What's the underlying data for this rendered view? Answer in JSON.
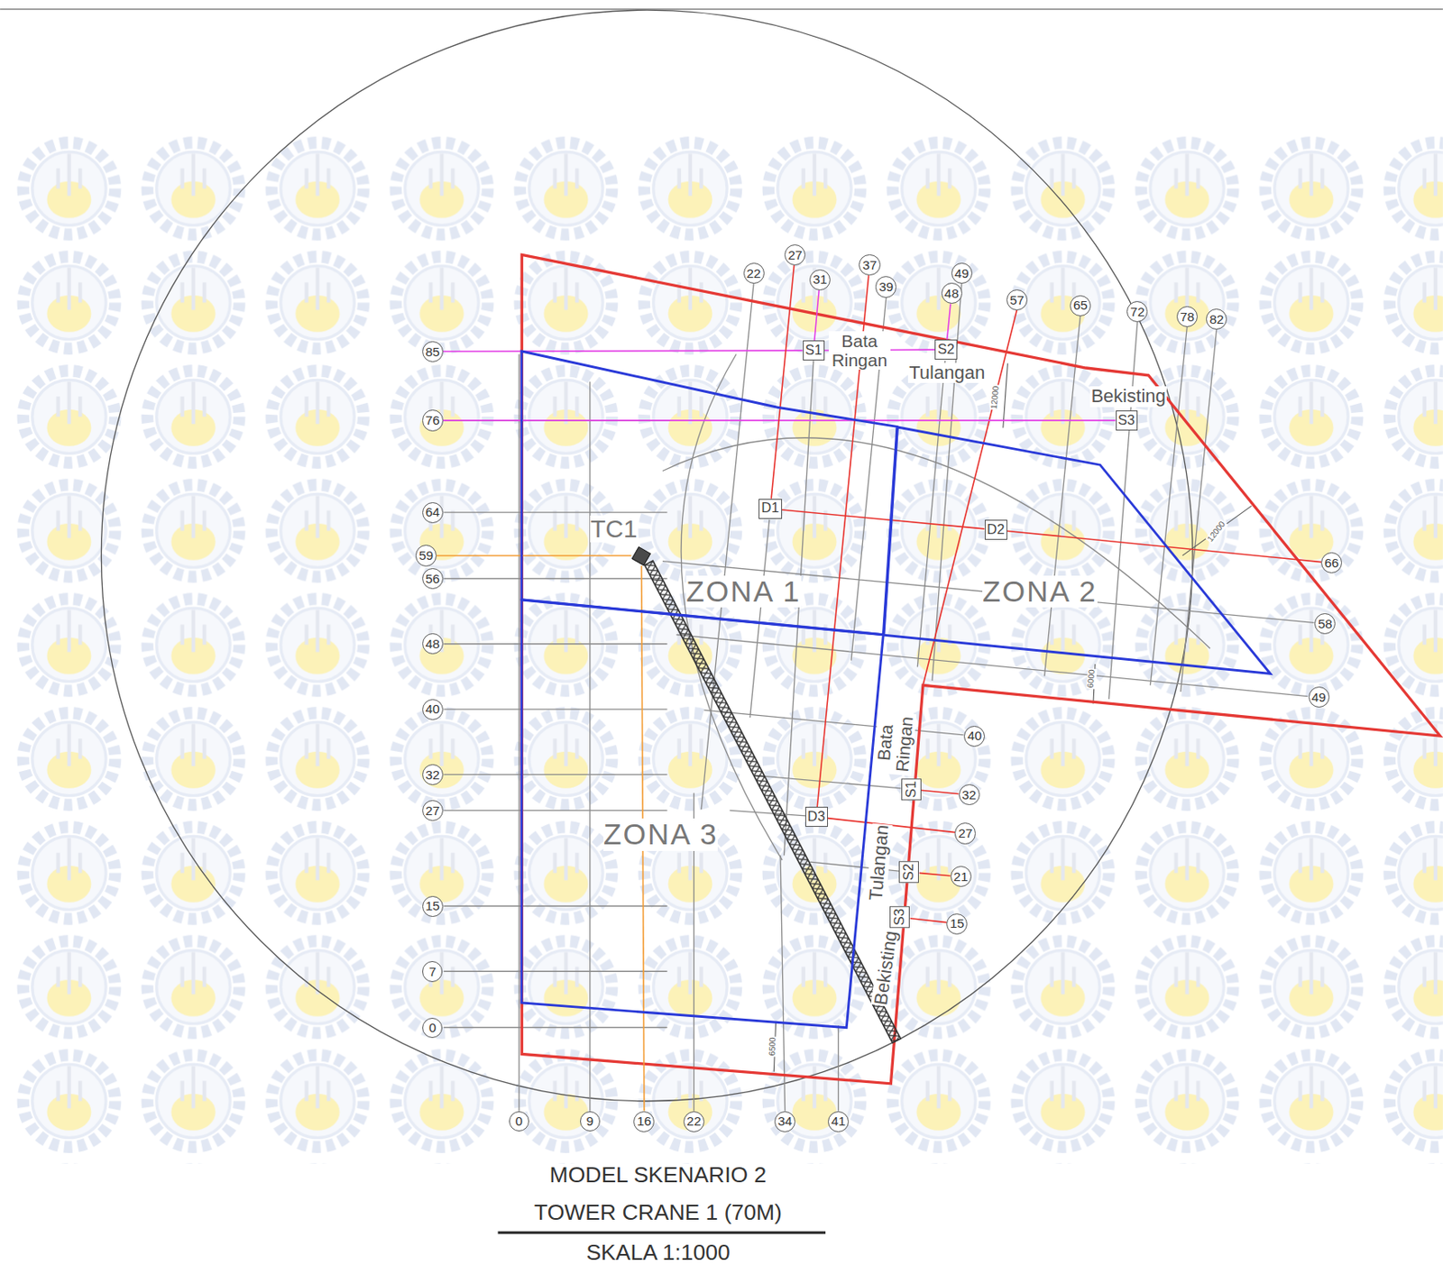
{
  "diagram": {
    "title": "MODEL SKENARIO 2 TOWER CRANE 1 (70M)",
    "caption": "SKALA 1:1000",
    "nodes": [
      {
        "text": [
          "22"
        ]
      },
      {
        "text": [
          "27"
        ]
      },
      {
        "text": [
          "31"
        ]
      },
      {
        "text": [
          "37"
        ]
      },
      {
        "text": [
          "39"
        ]
      },
      {
        "text": [
          "48"
        ]
      },
      {
        "text": [
          "49"
        ]
      },
      {
        "text": [
          "57"
        ]
      },
      {
        "text": [
          "65"
        ]
      },
      {
        "text": [
          "72"
        ]
      },
      {
        "text": [
          "78"
        ]
      },
      {
        "text": [
          "82"
        ]
      },
      {
        "text": [
          "85"
        ]
      },
      {
        "text": [
          "S1"
        ]
      },
      {
        "text": [
          "S2"
        ]
      },
      {
        "text": [
          "76"
        ]
      },
      {
        "text": [
          "S3"
        ]
      },
      {
        "text": [
          "ZONA 1"
        ]
      },
      {
        "text": [
          "TC1"
        ],
        "in": 17
      },
      {
        "text": [
          "D1"
        ],
        "in": 17
      },
      {
        "text": [
          "ZONA 2"
        ]
      },
      {
        "text": [
          "D2"
        ],
        "in": 20
      },
      {
        "text": [
          "ZONA 3"
        ]
      },
      {
        "text": [
          "D3"
        ],
        "in": 22
      },
      {
        "text": [
          "64"
        ]
      },
      {
        "text": [
          "59"
        ]
      },
      {
        "text": [
          "56"
        ]
      },
      {
        "text": [
          "48"
        ]
      },
      {
        "text": [
          "40"
        ]
      },
      {
        "text": [
          "32"
        ]
      },
      {
        "text": [
          "27"
        ]
      },
      {
        "text": [
          "15"
        ]
      },
      {
        "text": [
          "7"
        ]
      },
      {
        "text": [
          "0"
        ]
      },
      {
        "text": [
          "66"
        ]
      },
      {
        "text": [
          "58"
        ]
      },
      {
        "text": [
          "49"
        ]
      },
      {
        "text": [
          "40"
        ]
      },
      {
        "text": [
          "32"
        ]
      },
      {
        "text": [
          "27"
        ]
      },
      {
        "text": [
          "21"
        ]
      },
      {
        "text": [
          "15"
        ]
      },
      {
        "text": [
          "S1"
        ]
      },
      {
        "text": [
          "S2"
        ]
      },
      {
        "text": [
          "S3"
        ]
      },
      {
        "text": [
          "0"
        ]
      },
      {
        "text": [
          "9"
        ]
      },
      {
        "text": [
          "16"
        ]
      },
      {
        "text": [
          "22"
        ]
      },
      {
        "text": [
          "34"
        ]
      },
      {
        "text": [
          "41"
        ]
      }
    ],
    "edges": [
      {
        "from": 12,
        "to": 13,
        "arrow": "none"
      },
      {
        "from": 13,
        "to": 14,
        "arrow": "none"
      },
      {
        "from": 2,
        "to": 13,
        "arrow": "none"
      },
      {
        "from": 5,
        "to": 14,
        "arrow": "none"
      },
      {
        "from": 15,
        "to": 16,
        "arrow": "none"
      },
      {
        "from": 1,
        "to": 19,
        "arrow": "none"
      },
      {
        "from": 19,
        "to": 21,
        "arrow": "none"
      },
      {
        "from": 21,
        "to": 34,
        "arrow": "none"
      },
      {
        "from": 3,
        "to": 23,
        "arrow": "none"
      },
      {
        "from": 23,
        "to": 39,
        "arrow": "none"
      },
      {
        "from": 42,
        "to": 38,
        "arrow": "none"
      },
      {
        "from": 43,
        "to": 40,
        "arrow": "none"
      },
      {
        "from": 44,
        "to": 41,
        "arrow": "none"
      },
      {
        "from": 25,
        "to": 18,
        "arrow": "none"
      },
      {
        "from": 18,
        "to": 47,
        "arrow": "none"
      }
    ],
    "labels": [
      "Bata Ringan",
      "Tulangan",
      "Bekisting",
      "Bata Ringan",
      "Tulangan",
      "Bekisting",
      "12000",
      "12000",
      "6000",
      "6500"
    ]
  }
}
